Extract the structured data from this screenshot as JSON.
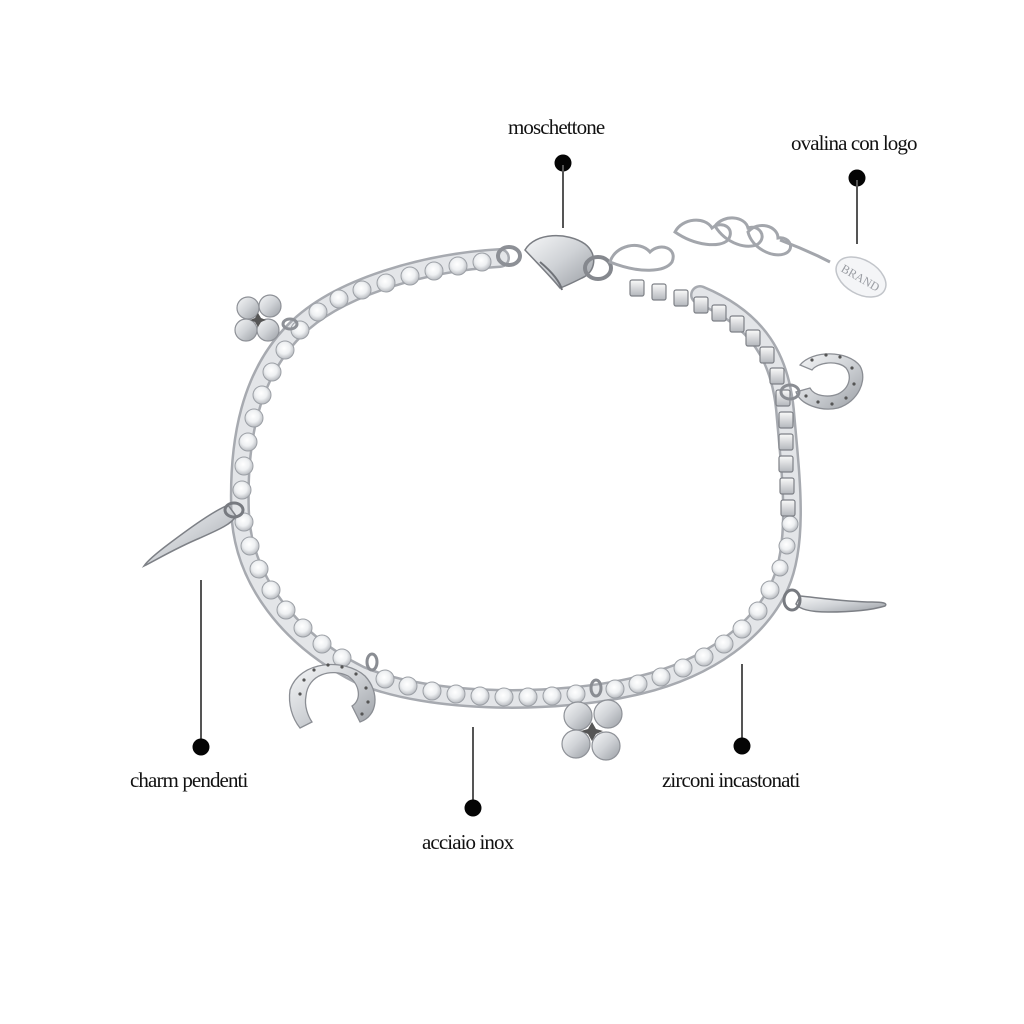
{
  "image": {
    "subject": "silver tennis bracelet with hanging charms",
    "background_color": "#ffffff",
    "metal_color": "#c9cbcf",
    "highlight_color": "#f4f5f7",
    "shadow_color": "#8a8d93"
  },
  "logo_tag": {
    "text": "BRAND"
  },
  "annotations": [
    {
      "id": "moschettone",
      "text": "moschettone"
    },
    {
      "id": "ovalina",
      "text": "ovalina con logo"
    },
    {
      "id": "charm",
      "text": "charm pendenti"
    },
    {
      "id": "acciaio",
      "text": "acciaio inox"
    },
    {
      "id": "zirconi",
      "text": "zirconi incastonati"
    }
  ],
  "charms": [
    {
      "type": "four-leaf-clover",
      "position": "upper-left"
    },
    {
      "type": "horn",
      "position": "left"
    },
    {
      "type": "horseshoe",
      "position": "bottom-left"
    },
    {
      "type": "four-leaf-clover",
      "position": "bottom-center"
    },
    {
      "type": "horn",
      "position": "right"
    },
    {
      "type": "horseshoe",
      "position": "upper-right"
    }
  ]
}
